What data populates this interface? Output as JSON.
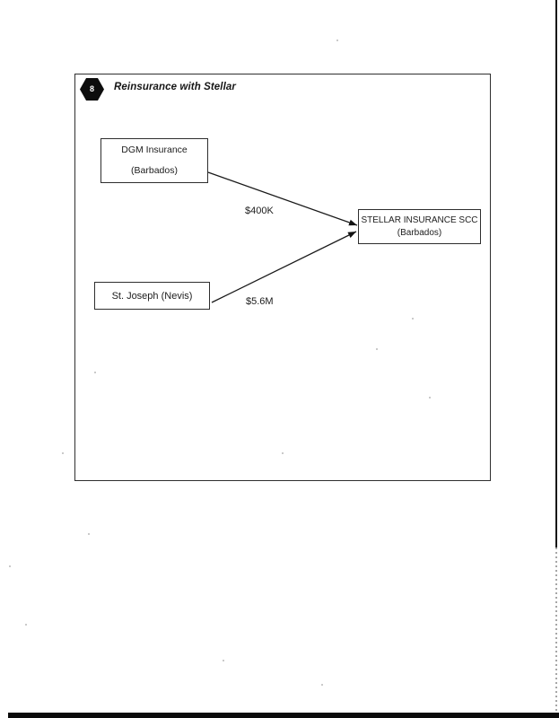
{
  "header": {
    "badge_number": "8",
    "title": "Reinsurance with Stellar"
  },
  "diagram": {
    "nodes": [
      {
        "id": "dgm",
        "line1": "DGM Insurance",
        "line2": "(Barbados)"
      },
      {
        "id": "stellar",
        "line1": "STELLAR INSURANCE SCC",
        "line2": "(Barbados)"
      },
      {
        "id": "stjoseph",
        "line1": "St. Joseph (Nevis)"
      }
    ],
    "edges": [
      {
        "from": "DGM Insurance (Barbados)",
        "to": "STELLAR INSURANCE SCC (Barbados)",
        "label": "$400K"
      },
      {
        "from": "St. Joseph (Nevis)",
        "to": "STELLAR INSURANCE SCC (Barbados)",
        "label": "$5.6M"
      }
    ]
  },
  "colors": {
    "ink": "#1b1b1b",
    "badge_fill": "#0d0d0d",
    "paper": "#ffffff"
  }
}
